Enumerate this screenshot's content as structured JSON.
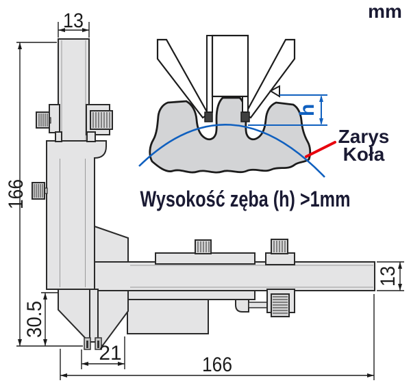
{
  "unit_label": "mm",
  "labels": {
    "tooth_height_note": "Wysokość zęba (h) >1mm",
    "gear_profile_line1": "Zarys",
    "gear_profile_line2": "Koła",
    "tooth_height_symbol": "h"
  },
  "dimensions": {
    "top_beam_width": "13",
    "overall_height": "166",
    "jaw_length": "30.5",
    "jaw_tip_span": "21",
    "overall_length": "166",
    "right_beam_height": "13"
  },
  "colors": {
    "metal_fill": "#e4e4e5",
    "gear_fill": "#d3d4d6",
    "outline_dark": "#2a2a2a",
    "dimension_black": "#1c1c1c",
    "accent_blue": "#1060bf",
    "accent_red": "#e8000d",
    "label_navy": "#1a1a33"
  }
}
